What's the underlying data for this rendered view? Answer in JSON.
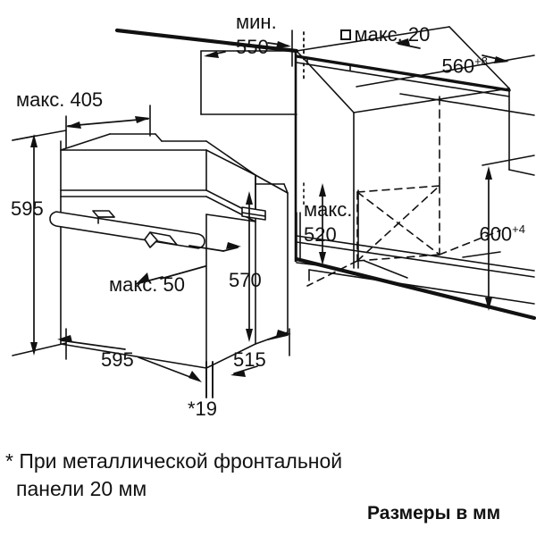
{
  "drawing": {
    "title": "Built-in oven installation niche dimensions",
    "units_note": "Размеры в мм",
    "footnote_line1": "* При металлической фронтальной",
    "footnote_line2": "панели 20 мм",
    "stroke_color": "#111111",
    "background": "#ffffff"
  },
  "dimensions": {
    "max_405": "макс. 405",
    "min_550_prefix": "мин.",
    "min_550_value": "550",
    "max_20": "макс. 20",
    "d_560_base": "560",
    "d_560_tol": "+8",
    "d_595_height": "595",
    "max_50": "макс. 50",
    "d_570": "570",
    "d_595_width": "595",
    "d_515": "515",
    "d_19": "*19",
    "max_520_prefix": "макс.",
    "max_520_value": "520",
    "d_600_base": "600",
    "d_600_tol": "+4"
  },
  "icons": {
    "square_marker": "square-marker-icon"
  }
}
